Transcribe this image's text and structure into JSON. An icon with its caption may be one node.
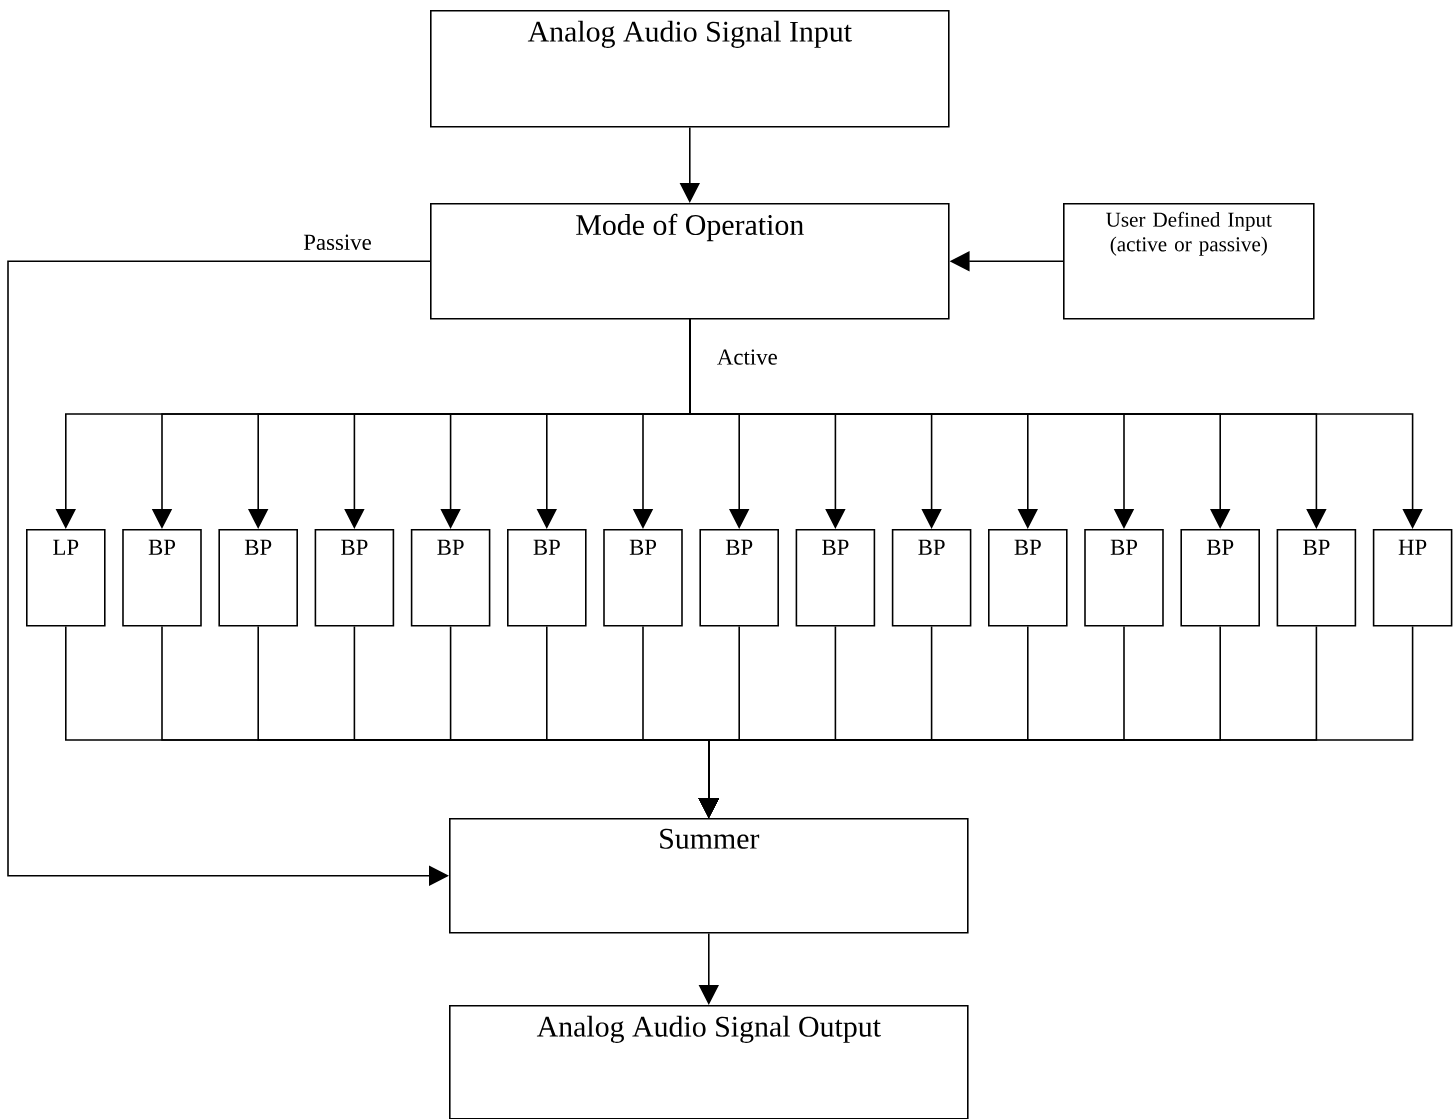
{
  "diagram": {
    "nodes": [
      {
        "text": [
          "Analog Audio Signal Input"
        ]
      },
      {
        "text": [
          "Mode of Operation"
        ]
      },
      {
        "text": [
          "User Defined Input (active or passive)"
        ]
      },
      {
        "text": [
          "LP"
        ]
      },
      {
        "text": [
          "BP"
        ]
      },
      {
        "text": [
          "BP"
        ]
      },
      {
        "text": [
          "BP"
        ]
      },
      {
        "text": [
          "BP"
        ]
      },
      {
        "text": [
          "BP"
        ]
      },
      {
        "text": [
          "BP"
        ]
      },
      {
        "text": [
          "BP"
        ]
      },
      {
        "text": [
          "BP"
        ]
      },
      {
        "text": [
          "BP"
        ]
      },
      {
        "text": [
          "BP"
        ]
      },
      {
        "text": [
          "BP"
        ]
      },
      {
        "text": [
          "BP"
        ]
      },
      {
        "text": [
          "BP"
        ]
      },
      {
        "text": [
          "HP"
        ]
      },
      {
        "text": [
          "Summer"
        ]
      },
      {
        "text": [
          "Analog Audio Signal Output"
        ]
      }
    ],
    "edges": [
      {
        "from": 0,
        "to": 1,
        "arrow": "to"
      },
      {
        "from": 2,
        "to": 1,
        "arrow": "to"
      },
      {
        "from": 1,
        "to": 18,
        "arrow": "to",
        "label": "Passive"
      },
      {
        "from": 1,
        "to": 3,
        "arrow": "to",
        "label": "Active"
      },
      {
        "from": 1,
        "to": 4,
        "arrow": "to"
      },
      {
        "from": 1,
        "to": 5,
        "arrow": "to"
      },
      {
        "from": 1,
        "to": 6,
        "arrow": "to"
      },
      {
        "from": 1,
        "to": 7,
        "arrow": "to"
      },
      {
        "from": 1,
        "to": 8,
        "arrow": "to"
      },
      {
        "from": 1,
        "to": 9,
        "arrow": "to"
      },
      {
        "from": 1,
        "to": 10,
        "arrow": "to"
      },
      {
        "from": 1,
        "to": 11,
        "arrow": "to"
      },
      {
        "from": 1,
        "to": 12,
        "arrow": "to"
      },
      {
        "from": 1,
        "to": 13,
        "arrow": "to"
      },
      {
        "from": 1,
        "to": 14,
        "arrow": "to"
      },
      {
        "from": 1,
        "to": 15,
        "arrow": "to"
      },
      {
        "from": 1,
        "to": 16,
        "arrow": "to"
      },
      {
        "from": 1,
        "to": 17,
        "arrow": "to"
      },
      {
        "from": 3,
        "to": 18,
        "arrow": "to"
      },
      {
        "from": 4,
        "to": 18,
        "arrow": "to"
      },
      {
        "from": 5,
        "to": 18,
        "arrow": "to"
      },
      {
        "from": 6,
        "to": 18,
        "arrow": "to"
      },
      {
        "from": 7,
        "to": 18,
        "arrow": "to"
      },
      {
        "from": 8,
        "to": 18,
        "arrow": "to"
      },
      {
        "from": 9,
        "to": 18,
        "arrow": "to"
      },
      {
        "from": 10,
        "to": 18,
        "arrow": "to"
      },
      {
        "from": 11,
        "to": 18,
        "arrow": "to"
      },
      {
        "from": 12,
        "to": 18,
        "arrow": "to"
      },
      {
        "from": 13,
        "to": 18,
        "arrow": "to"
      },
      {
        "from": 14,
        "to": 18,
        "arrow": "to"
      },
      {
        "from": 15,
        "to": 18,
        "arrow": "to"
      },
      {
        "from": 16,
        "to": 18,
        "arrow": "to"
      },
      {
        "from": 17,
        "to": 18,
        "arrow": "to"
      },
      {
        "from": 18,
        "to": 19,
        "arrow": "to"
      }
    ]
  }
}
